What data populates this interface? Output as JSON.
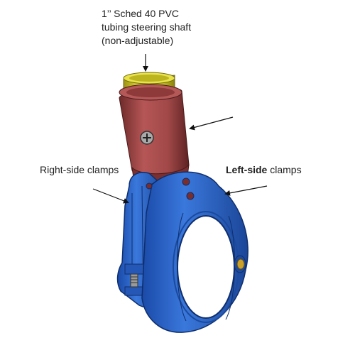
{
  "labels": {
    "shaft": {
      "line1": "1’’ Sched 40 PVC",
      "line2": "tubing steering shaft",
      "line3": "(non-adjustable)"
    },
    "right_clamps": {
      "strong": "Right-side clamps",
      "rest": ""
    },
    "left_clamps": {
      "strong": "Left-side",
      "rest": " clamps"
    }
  },
  "colors": {
    "pvc_tube": "#d9d22a",
    "collar": "#a34a4a",
    "clamp": "#2a63c8",
    "clamp_dark": "#163f8c",
    "pin": "#c9a12a",
    "bolt": "#8a8a8a",
    "arrow": "#111111"
  }
}
